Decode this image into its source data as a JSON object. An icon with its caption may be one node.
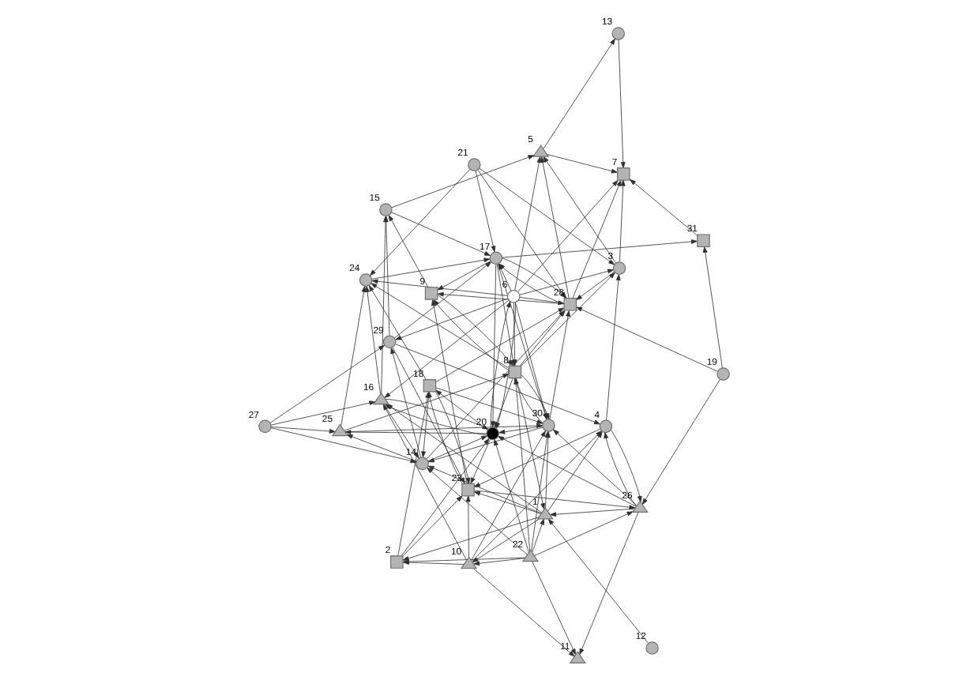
{
  "diagram": {
    "nodes": [
      {
        "text": [
          "22"
        ]
      },
      {
        "text": [
          "1"
        ]
      },
      {
        "text": [
          "10"
        ]
      },
      {
        "text": [
          "2"
        ]
      },
      {
        "text": [
          "11"
        ]
      },
      {
        "text": [
          "30"
        ]
      },
      {
        "text": [
          "20"
        ]
      },
      {
        "text": [
          "18"
        ]
      },
      {
        "text": [
          "26"
        ]
      },
      {
        "text": [
          "12"
        ]
      },
      {
        "text": [
          "27"
        ]
      },
      {
        "text": [
          "23"
        ]
      },
      {
        "text": [
          "4"
        ]
      },
      {
        "text": [
          "19"
        ]
      },
      {
        "text": [
          "16"
        ]
      },
      {
        "text": [
          "14"
        ]
      },
      {
        "text": [
          "25"
        ]
      },
      {
        "text": [
          "29"
        ]
      },
      {
        "text": [
          "31"
        ]
      },
      {
        "text": [
          "17"
        ]
      },
      {
        "text": [
          "15"
        ]
      },
      {
        "text": [
          "9"
        ]
      },
      {
        "text": [
          "8"
        ]
      },
      {
        "text": [
          "13"
        ]
      },
      {
        "text": [
          "28"
        ]
      },
      {
        "text": [
          "6"
        ]
      },
      {
        "text": [
          "21"
        ]
      },
      {
        "text": [
          "24"
        ]
      },
      {
        "text": [
          "5"
        ]
      },
      {
        "text": [
          "7"
        ]
      },
      {
        "text": [
          "3"
        ]
      }
    ],
    "edges": [
      {
        "from": 0,
        "to": 1,
        "arrow": "to"
      },
      {
        "from": 0,
        "to": 2,
        "arrow": "to"
      },
      {
        "from": 0,
        "to": 5,
        "arrow": "to"
      },
      {
        "from": 0,
        "to": 6,
        "arrow": "to"
      },
      {
        "from": 0,
        "to": 15,
        "arrow": "to"
      },
      {
        "from": 0,
        "to": 8,
        "arrow": "to"
      },
      {
        "from": 0,
        "to": 3,
        "arrow": "to"
      },
      {
        "from": 0,
        "to": 4,
        "arrow": "to"
      },
      {
        "from": 0,
        "to": 22,
        "arrow": "to"
      },
      {
        "from": 1,
        "to": 2,
        "arrow": "to"
      },
      {
        "from": 1,
        "to": 3,
        "arrow": "to"
      },
      {
        "from": 1,
        "to": 5,
        "arrow": "to"
      },
      {
        "from": 1,
        "to": 15,
        "arrow": "to"
      },
      {
        "from": 1,
        "to": 11,
        "arrow": "to"
      },
      {
        "from": 1,
        "to": 12,
        "arrow": "to"
      },
      {
        "from": 1,
        "to": 14,
        "arrow": "to"
      },
      {
        "from": 2,
        "to": 3,
        "arrow": "to"
      },
      {
        "from": 2,
        "to": 4,
        "arrow": "to"
      },
      {
        "from": 2,
        "to": 5,
        "arrow": "to"
      },
      {
        "from": 2,
        "to": 14,
        "arrow": "to"
      },
      {
        "from": 2,
        "to": 11,
        "arrow": "to"
      },
      {
        "from": 2,
        "to": 12,
        "arrow": "to"
      },
      {
        "from": 9,
        "to": 1,
        "arrow": "to"
      },
      {
        "from": 3,
        "to": 11,
        "arrow": "to"
      },
      {
        "from": 3,
        "to": 7,
        "arrow": "to"
      },
      {
        "from": 3,
        "to": 6,
        "arrow": "to"
      },
      {
        "from": 5,
        "to": 15,
        "arrow": "to"
      },
      {
        "from": 5,
        "to": 6,
        "arrow": "to"
      },
      {
        "from": 5,
        "to": 22,
        "arrow": "to"
      },
      {
        "from": 5,
        "to": 24,
        "arrow": "to"
      },
      {
        "from": 6,
        "to": 7,
        "arrow": "to"
      },
      {
        "from": 6,
        "to": 11,
        "arrow": "to"
      },
      {
        "from": 6,
        "to": 14,
        "arrow": "to"
      },
      {
        "from": 6,
        "to": 25,
        "arrow": "to"
      },
      {
        "from": 6,
        "to": 16,
        "arrow": "to"
      },
      {
        "from": 7,
        "to": 5,
        "arrow": "to"
      },
      {
        "from": 7,
        "to": 27,
        "arrow": "to"
      },
      {
        "from": 7,
        "to": 15,
        "arrow": "to"
      },
      {
        "from": 7,
        "to": 24,
        "arrow": "to"
      },
      {
        "from": 7,
        "to": 11,
        "arrow": "to"
      },
      {
        "from": 8,
        "to": 6,
        "arrow": "to"
      },
      {
        "from": 8,
        "to": 5,
        "arrow": "to"
      },
      {
        "from": 8,
        "to": 1,
        "arrow": "to"
      },
      {
        "from": 8,
        "to": 4,
        "arrow": "to"
      },
      {
        "from": 8,
        "to": 12,
        "arrow": "to"
      },
      {
        "from": 10,
        "to": 15,
        "arrow": "to"
      },
      {
        "from": 10,
        "to": 16,
        "arrow": "to"
      },
      {
        "from": 10,
        "to": 17,
        "arrow": "to"
      },
      {
        "from": 10,
        "to": 14,
        "arrow": "to"
      },
      {
        "from": 11,
        "to": 7,
        "arrow": "to"
      },
      {
        "from": 11,
        "to": 21,
        "arrow": "to"
      },
      {
        "from": 11,
        "to": 8,
        "arrow": "to"
      },
      {
        "from": 12,
        "to": 11,
        "arrow": "to"
      },
      {
        "from": 12,
        "to": 8,
        "arrow": "to"
      },
      {
        "from": 12,
        "to": 30,
        "arrow": "to"
      },
      {
        "from": 13,
        "to": 8,
        "arrow": "to"
      },
      {
        "from": 13,
        "to": 24,
        "arrow": "to"
      },
      {
        "from": 13,
        "to": 18,
        "arrow": "to"
      },
      {
        "from": 14,
        "to": 15,
        "arrow": "to"
      },
      {
        "from": 14,
        "to": 6,
        "arrow": "to"
      },
      {
        "from": 14,
        "to": 20,
        "arrow": "to"
      },
      {
        "from": 14,
        "to": 27,
        "arrow": "to"
      },
      {
        "from": 15,
        "to": 6,
        "arrow": "to"
      },
      {
        "from": 15,
        "to": 16,
        "arrow": "to"
      },
      {
        "from": 15,
        "to": 24,
        "arrow": "to"
      },
      {
        "from": 15,
        "to": 17,
        "arrow": "to"
      },
      {
        "from": 16,
        "to": 5,
        "arrow": "to"
      },
      {
        "from": 16,
        "to": 27,
        "arrow": "to"
      },
      {
        "from": 16,
        "to": 22,
        "arrow": "to"
      },
      {
        "from": 17,
        "to": 11,
        "arrow": "to"
      },
      {
        "from": 17,
        "to": 12,
        "arrow": "to"
      },
      {
        "from": 17,
        "to": 20,
        "arrow": "to"
      },
      {
        "from": 17,
        "to": 19,
        "arrow": "to"
      },
      {
        "from": 18,
        "to": 29,
        "arrow": "to"
      },
      {
        "from": 19,
        "to": 18,
        "arrow": "to"
      },
      {
        "from": 19,
        "to": 6,
        "arrow": "to"
      },
      {
        "from": 19,
        "to": 5,
        "arrow": "to"
      },
      {
        "from": 19,
        "to": 22,
        "arrow": "to"
      },
      {
        "from": 19,
        "to": 24,
        "arrow": "to"
      },
      {
        "from": 19,
        "to": 21,
        "arrow": "to"
      },
      {
        "from": 20,
        "to": 19,
        "arrow": "to"
      },
      {
        "from": 20,
        "to": 28,
        "arrow": "to"
      },
      {
        "from": 21,
        "to": 20,
        "arrow": "to"
      },
      {
        "from": 21,
        "to": 22,
        "arrow": "to"
      },
      {
        "from": 22,
        "to": 6,
        "arrow": "to"
      },
      {
        "from": 22,
        "to": 5,
        "arrow": "to"
      },
      {
        "from": 22,
        "to": 1,
        "arrow": "to"
      },
      {
        "from": 22,
        "to": 21,
        "arrow": "to"
      },
      {
        "from": 22,
        "to": 24,
        "arrow": "to"
      },
      {
        "from": 22,
        "to": 27,
        "arrow": "to"
      },
      {
        "from": 22,
        "to": 30,
        "arrow": "to"
      },
      {
        "from": 25,
        "to": 19,
        "arrow": "to"
      },
      {
        "from": 25,
        "to": 6,
        "arrow": "to"
      },
      {
        "from": 25,
        "to": 5,
        "arrow": "to"
      },
      {
        "from": 25,
        "to": 14,
        "arrow": "to"
      },
      {
        "from": 25,
        "to": 22,
        "arrow": "to"
      },
      {
        "from": 25,
        "to": 27,
        "arrow": "to"
      },
      {
        "from": 25,
        "to": 24,
        "arrow": "to"
      },
      {
        "from": 25,
        "to": 29,
        "arrow": "to"
      },
      {
        "from": 25,
        "to": 30,
        "arrow": "to"
      },
      {
        "from": 25,
        "to": 17,
        "arrow": "to"
      },
      {
        "from": 25,
        "to": 28,
        "arrow": "to"
      },
      {
        "from": 26,
        "to": 30,
        "arrow": "to"
      },
      {
        "from": 26,
        "to": 24,
        "arrow": "to"
      },
      {
        "from": 26,
        "to": 19,
        "arrow": "to"
      },
      {
        "from": 26,
        "to": 27,
        "arrow": "to"
      },
      {
        "from": 27,
        "to": 19,
        "arrow": "to"
      },
      {
        "from": 24,
        "to": 21,
        "arrow": "to"
      },
      {
        "from": 24,
        "to": 19,
        "arrow": "to"
      },
      {
        "from": 24,
        "to": 29,
        "arrow": "to"
      },
      {
        "from": 24,
        "to": 28,
        "arrow": "to"
      },
      {
        "from": 28,
        "to": 23,
        "arrow": "to"
      },
      {
        "from": 28,
        "to": 29,
        "arrow": "to"
      },
      {
        "from": 23,
        "to": 29,
        "arrow": "to"
      },
      {
        "from": 30,
        "to": 28,
        "arrow": "to"
      },
      {
        "from": 30,
        "to": 29,
        "arrow": "to"
      },
      {
        "from": 30,
        "to": 24,
        "arrow": "to"
      }
    ]
  }
}
